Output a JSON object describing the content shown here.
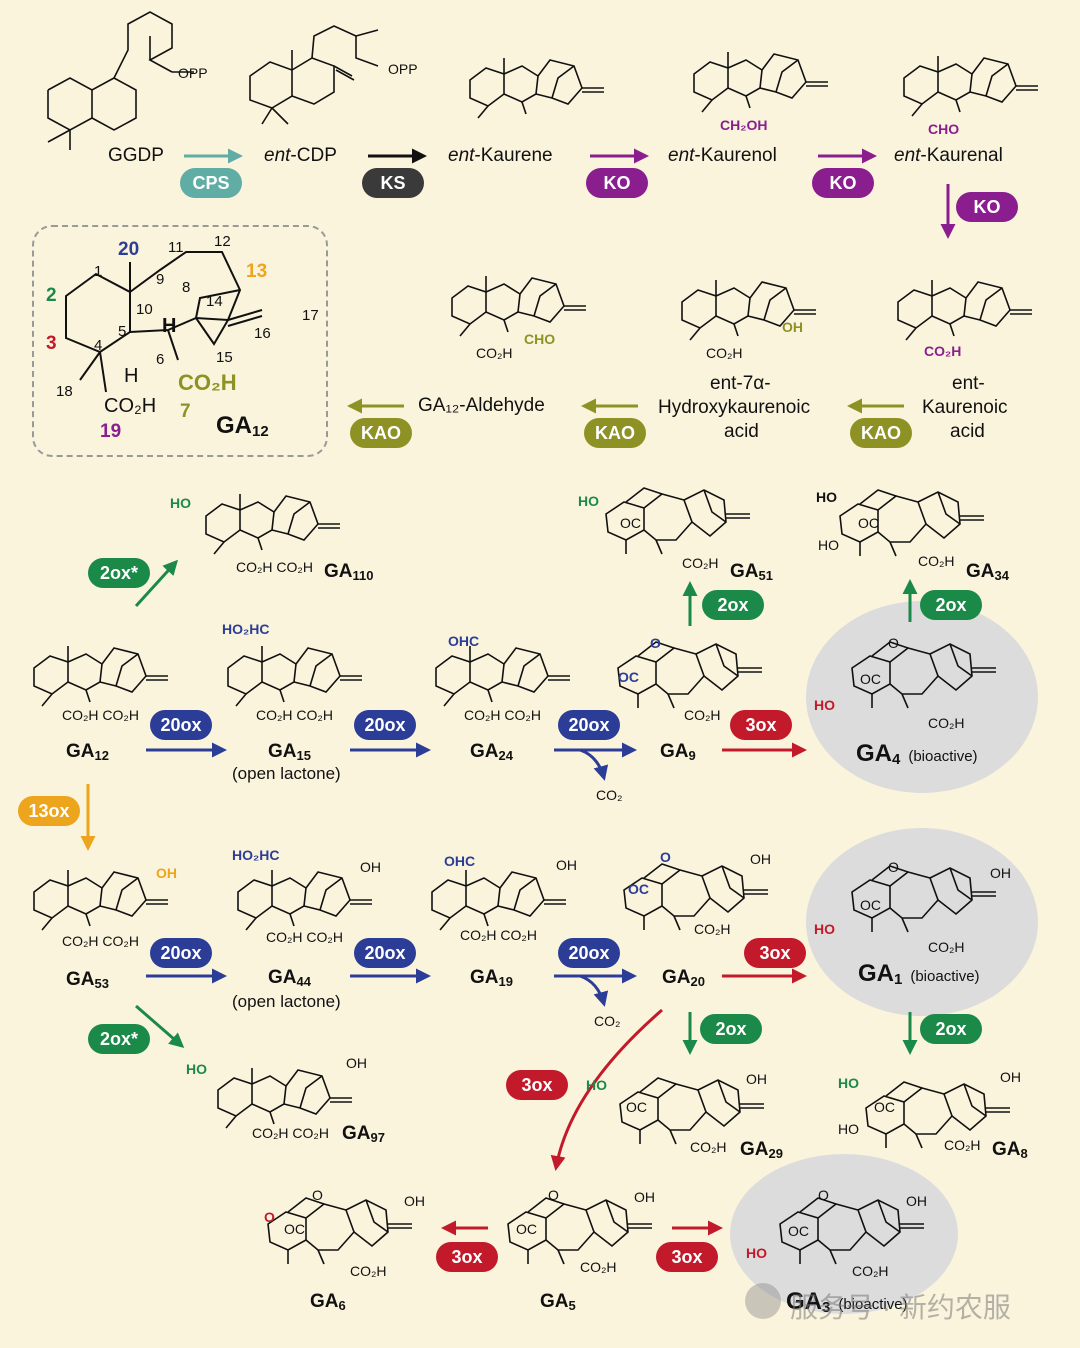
{
  "colors": {
    "background": "#fbf4dd",
    "cps": "#5fada4",
    "ks": "#3a3a3a",
    "ko": "#8a1e8e",
    "kao": "#8e9124",
    "ox20": "#2c3d98",
    "ox3": "#c21a2a",
    "ox2": "#1b8a48",
    "ox13": "#eda51e",
    "bioactive_bg": "#dcdcdc"
  },
  "top_row": {
    "ggdp": "GGDP",
    "cdp_prefix": "ent",
    "cdp": "-CDP",
    "kaurene_prefix": "ent",
    "kaurene": "-Kaurene",
    "kaurenol_prefix": "ent",
    "kaurenol": "-Kaurenol",
    "kaurenal_prefix": "ent",
    "kaurenal": "-Kaurenal",
    "opp1": "OPP",
    "opp2": "OPP",
    "ch2oh": "CH₂OH",
    "cho": "CHO"
  },
  "enzymes": {
    "cps": "CPS",
    "ks": "KS",
    "ko": "KO",
    "kao": "KAO",
    "ox20": "20ox",
    "ox3": "3ox",
    "ox2": "2ox",
    "ox2star": "2ox*",
    "ox13": "13ox"
  },
  "second_row": {
    "ga12_aldehyde": "GA₁₂-Aldehyde",
    "hydroxy_line1": "ent-7α-",
    "hydroxy_line2": "Hydroxykaurenoic",
    "hydroxy_line3": "acid",
    "kaurenoic_line1": "ent-",
    "kaurenoic_line2": "Kaurenoic",
    "kaurenoic_line3": "acid",
    "cho": "CHO",
    "oh": "OH",
    "co2h": "CO₂H"
  },
  "ga12_box": {
    "name": "GA",
    "sub": "12",
    "numbers": [
      "1",
      "2",
      "3",
      "4",
      "5",
      "6",
      "7",
      "8",
      "9",
      "10",
      "11",
      "12",
      "13",
      "14",
      "15",
      "16",
      "17",
      "18",
      "19",
      "20"
    ],
    "co2h": "CO₂H",
    "h": "H"
  },
  "compounds": {
    "ga12": {
      "name": "GA",
      "sub": "12"
    },
    "ga15": {
      "name": "GA",
      "sub": "15",
      "note": "(open lactone)"
    },
    "ga24": {
      "name": "GA",
      "sub": "24"
    },
    "ga9": {
      "name": "GA",
      "sub": "9"
    },
    "ga4": {
      "name": "GA",
      "sub": "4",
      "note": "(bioactive)"
    },
    "ga110": {
      "name": "GA",
      "sub": "110"
    },
    "ga51": {
      "name": "GA",
      "sub": "51"
    },
    "ga34": {
      "name": "GA",
      "sub": "34"
    },
    "ga53": {
      "name": "GA",
      "sub": "53"
    },
    "ga44": {
      "name": "GA",
      "sub": "44",
      "note": "(open lactone)"
    },
    "ga19": {
      "name": "GA",
      "sub": "19"
    },
    "ga20": {
      "name": "GA",
      "sub": "20"
    },
    "ga1": {
      "name": "GA",
      "sub": "1",
      "note": "(bioactive)"
    },
    "ga97": {
      "name": "GA",
      "sub": "97"
    },
    "ga29": {
      "name": "GA",
      "sub": "29"
    },
    "ga8": {
      "name": "GA",
      "sub": "8"
    },
    "ga6": {
      "name": "GA",
      "sub": "6"
    },
    "ga5": {
      "name": "GA",
      "sub": "5"
    },
    "ga3": {
      "name": "GA",
      "sub": "3",
      "note": "(bioactive)"
    }
  },
  "groups": {
    "ho": "HO",
    "oh": "OH",
    "ho2hc": "HO₂HC",
    "ohc": "OHC",
    "oc": "OC",
    "o": "O",
    "co2h": "CO₂H",
    "co2h2": "CO₂H CO₂H",
    "co2": "CO₂"
  },
  "watermark": "服务号 · 新约农服"
}
